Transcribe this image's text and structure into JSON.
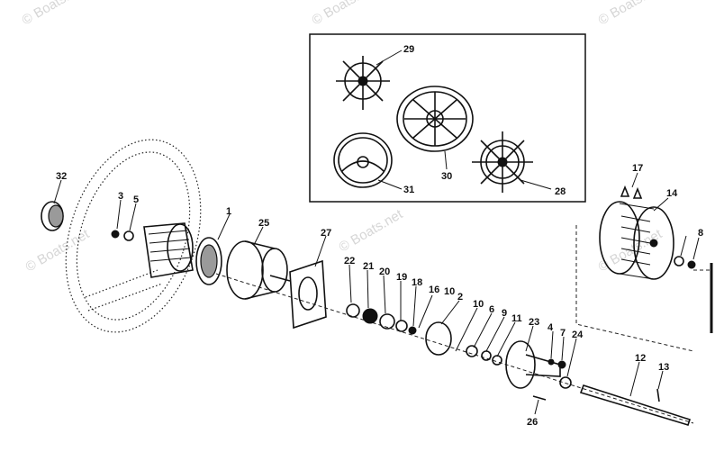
{
  "watermark": {
    "text": "© Boats.net"
  },
  "part_labels": [
    "1",
    "2",
    "3",
    "4",
    "5",
    "6",
    "7",
    "8",
    "9",
    "10",
    "10",
    "11",
    "12",
    "13",
    "14",
    "16",
    "17",
    "18",
    "19",
    "20",
    "21",
    "22",
    "23",
    "24",
    "25",
    "26",
    "27",
    "28",
    "29",
    "30",
    "31",
    "32"
  ]
}
